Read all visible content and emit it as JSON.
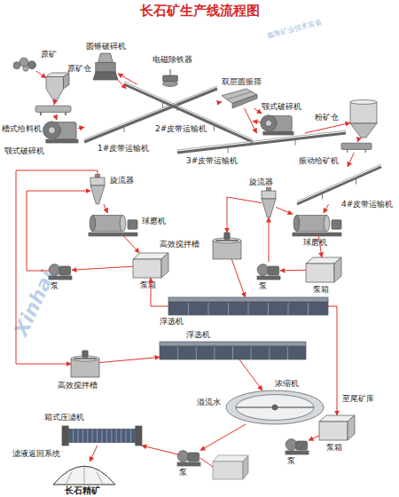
{
  "diagram": {
    "title": "长石矿生产线流程图",
    "nodes": [
      {
        "text": [
          "原矿"
        ]
      },
      {
        "text": [
          "原矿仓"
        ]
      },
      {
        "text": [
          "槽式给料机"
        ]
      },
      {
        "text": [
          "颚式破碎机"
        ]
      },
      {
        "text": [
          "圆锥破碎机"
        ]
      },
      {
        "text": [
          "电磁除铁器"
        ]
      },
      {
        "text": [
          "1#皮带运输机"
        ]
      },
      {
        "text": [
          "2#皮带运输机"
        ]
      },
      {
        "text": [
          "3#皮带运输机"
        ]
      },
      {
        "text": [
          "双层圆振筛"
        ]
      },
      {
        "text": [
          "颚式破碎机"
        ]
      },
      {
        "text": [
          "粉矿仓"
        ]
      },
      {
        "text": [
          "振动给矿机"
        ]
      },
      {
        "text": [
          "4#皮带运输机"
        ]
      },
      {
        "text": [
          "旋流器"
        ]
      },
      {
        "text": [
          "球磨机"
        ]
      },
      {
        "text": [
          "泵箱"
        ]
      },
      {
        "text": [
          "泵"
        ]
      },
      {
        "text": [
          "旋流器"
        ]
      },
      {
        "text": [
          "球磨机"
        ]
      },
      {
        "text": [
          "高效搅拌槽"
        ]
      },
      {
        "text": [
          "泵"
        ]
      },
      {
        "text": [
          "泵箱"
        ]
      },
      {
        "text": [
          "浮选机"
        ]
      },
      {
        "text": [
          "浮选机"
        ]
      },
      {
        "text": [
          "高效搅拌槽"
        ]
      },
      {
        "text": [
          "浓缩机"
        ]
      },
      {
        "text": [
          "泵箱"
        ]
      },
      {
        "text": [
          "泵"
        ]
      },
      {
        "text": [
          "箱式压滤机"
        ]
      },
      {
        "text": [
          "泵"
        ]
      },
      {
        "text": [
          "长石精矿"
        ]
      }
    ],
    "edges": [
      {
        "from": 0,
        "to": 1,
        "arrow": "to"
      },
      {
        "from": 1,
        "to": 2,
        "arrow": "to"
      },
      {
        "from": 2,
        "to": 3,
        "arrow": "to"
      },
      {
        "from": 3,
        "to": 6,
        "arrow": "to"
      },
      {
        "from": 6,
        "to": 9,
        "arrow": "to"
      },
      {
        "from": 9,
        "to": 10,
        "arrow": "to"
      },
      {
        "from": 10,
        "to": 7,
        "arrow": "to"
      },
      {
        "from": 7,
        "to": 4,
        "arrow": "to"
      },
      {
        "from": 4,
        "to": 6,
        "arrow": "to"
      },
      {
        "from": 9,
        "to": 8,
        "arrow": "to"
      },
      {
        "from": 8,
        "to": 11,
        "arrow": "to"
      },
      {
        "from": 11,
        "to": 12,
        "arrow": "to"
      },
      {
        "from": 12,
        "to": 13,
        "arrow": "to"
      },
      {
        "from": 13,
        "to": 19,
        "arrow": "to"
      },
      {
        "from": 19,
        "to": 22,
        "arrow": "to"
      },
      {
        "from": 22,
        "to": 21,
        "arrow": "to"
      },
      {
        "from": 21,
        "to": 18,
        "arrow": "to"
      },
      {
        "from": 18,
        "to": 19,
        "arrow": "to"
      },
      {
        "from": 18,
        "to": 20,
        "arrow": "to"
      },
      {
        "from": 20,
        "to": 23,
        "arrow": "to"
      },
      {
        "from": 23,
        "to": 16,
        "arrow": "to"
      },
      {
        "from": 16,
        "to": 17,
        "arrow": "to"
      },
      {
        "from": 17,
        "to": 14,
        "arrow": "to"
      },
      {
        "from": 14,
        "to": 15,
        "arrow": "to"
      },
      {
        "from": 15,
        "to": 16,
        "arrow": "to"
      },
      {
        "from": 14,
        "to": 25,
        "arrow": "to"
      },
      {
        "from": 25,
        "to": 24,
        "arrow": "to"
      },
      {
        "from": 24,
        "to": 26,
        "arrow": "to"
      },
      {
        "from": 23,
        "to": 27,
        "arrow": "to"
      },
      {
        "from": 27,
        "to": 28,
        "arrow": "to"
      },
      {
        "from": 26,
        "to": 30,
        "arrow": "to"
      },
      {
        "from": 30,
        "to": 29,
        "arrow": "to"
      },
      {
        "from": 29,
        "to": 31,
        "arrow": "to"
      }
    ],
    "labels": [
      "溢流水",
      "至尾矿库",
      "滤液返回系统",
      "Xinhai",
      "鑫海矿业技术装备"
    ]
  }
}
